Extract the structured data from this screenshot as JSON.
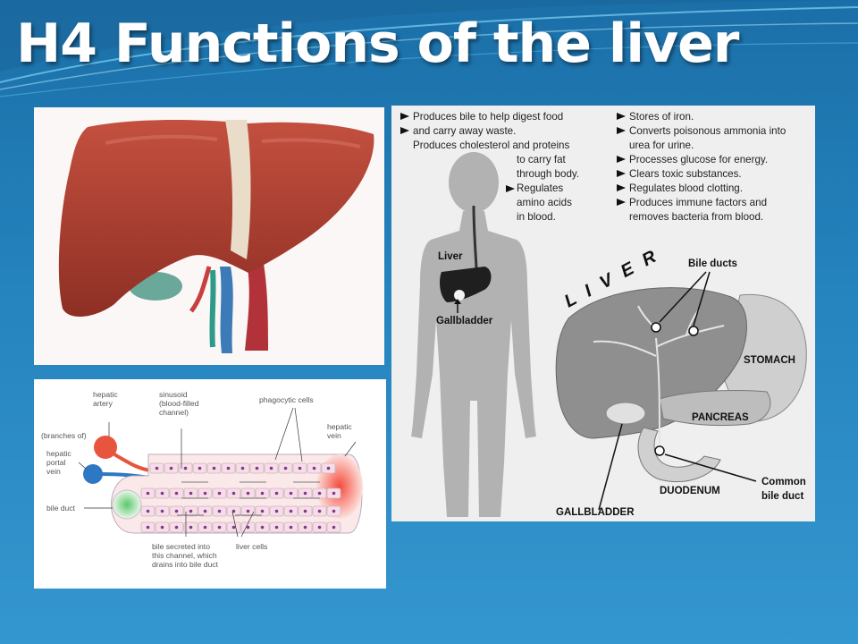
{
  "slide": {
    "title": "H4 Functions of the liver"
  },
  "colors": {
    "background": "#2583bd",
    "liver": "#a83a2c",
    "title_text": "#ffffff"
  },
  "liver_overview": {
    "bullets_left": [
      [
        "Produces bile to help digest food",
        "and carry away waste."
      ],
      [
        "Produces cholesterol and proteins",
        "to carry fat",
        "through body."
      ],
      [
        "Regulates",
        "amino acids",
        "in blood."
      ]
    ],
    "bullets_right": [
      [
        "Stores of iron."
      ],
      [
        "Converts poisonous ammonia into",
        "urea for urine."
      ],
      [
        "Processes glucose for energy."
      ],
      [
        "Clears toxic substances."
      ],
      [
        "Regulates blood clotting."
      ],
      [
        "Produces immune factors and",
        "removes bacteria from blood."
      ]
    ],
    "labels": {
      "liver": "Liver",
      "gallbladder_small": "Gallbladder",
      "liver_title": "L I V E R",
      "bile_ducts": "Bile ducts",
      "stomach": "STOMACH",
      "pancreas": "PANCREAS",
      "common_bile_duct_1": "Common",
      "common_bile_duct_2": "bile duct",
      "duodenum": "DUODENUM",
      "gallbladder": "GALLBLADDER"
    }
  },
  "lobule": {
    "hepatic_artery": [
      "hepatic",
      "artery"
    ],
    "branches_of": "(branches of)",
    "hepatic_portal_vein": [
      "hepatic",
      "portal",
      "vein"
    ],
    "bile_duct": "bile duct",
    "sinusoid": [
      "sinusoid",
      "(blood-filled",
      "channel)"
    ],
    "phagocytic_cells": "phagocytic cells",
    "hepatic_vein": [
      "hepatic",
      "vein"
    ],
    "bile_secreted": [
      "bile secreted into",
      "this channel, which",
      "drains into bile duct"
    ],
    "liver_cells": "liver cells"
  }
}
